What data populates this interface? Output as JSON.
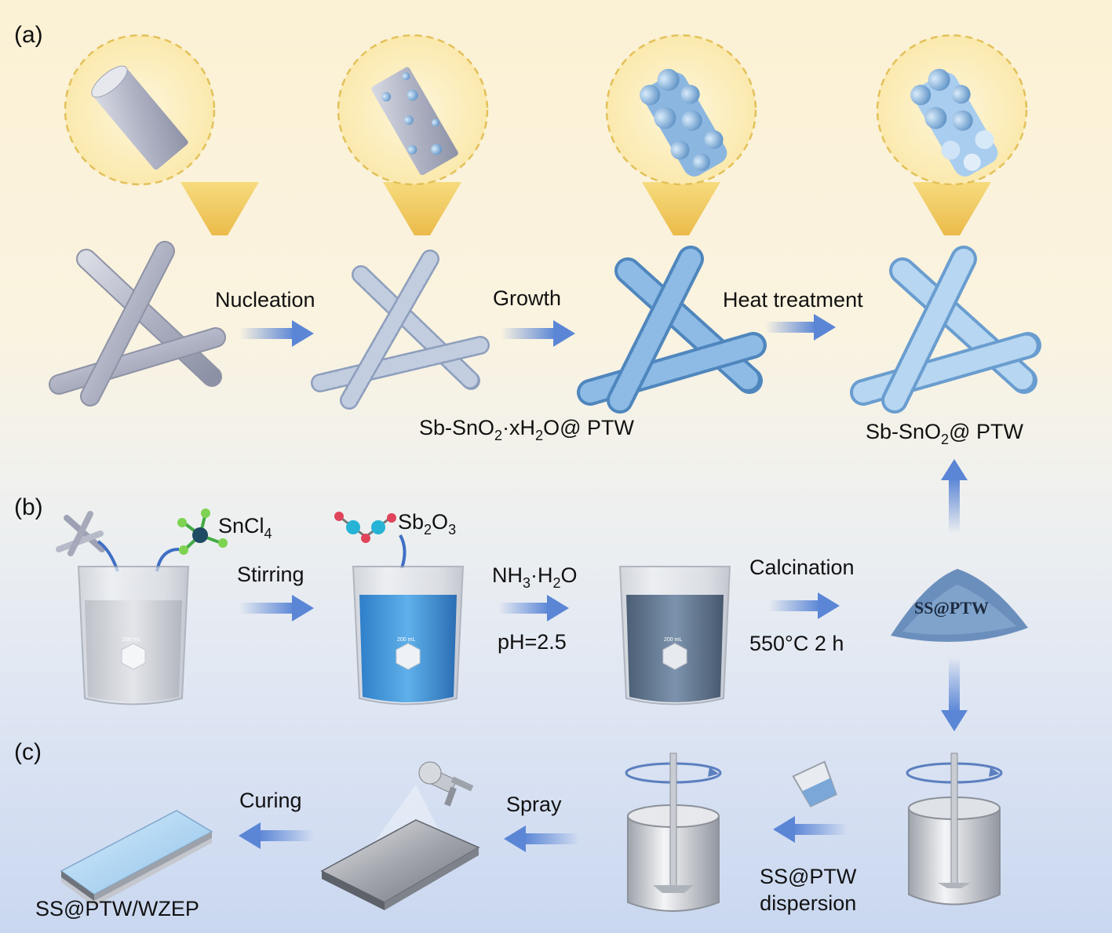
{
  "panels": {
    "a": "(a)",
    "b": "(b)",
    "c": "(c)"
  },
  "panel_a": {
    "steps": [
      "Nucleation",
      "Growth",
      "Heat treatment"
    ],
    "product1": {
      "pre": "Sb-SnO",
      "s1": "2",
      "mid": "·xH",
      "s2": "2",
      "post": "O@ PTW"
    },
    "product2": {
      "pre": "Sb-SnO",
      "s1": "2",
      "post": "@ PTW"
    }
  },
  "panel_b": {
    "reagent_sn": {
      "pre": "SnCl",
      "s1": "4"
    },
    "reagent_sb": {
      "pre": "Sb",
      "s1": "2",
      "mid": "O",
      "s2": "3"
    },
    "step_stirring": "Stirring",
    "step_ammonia": {
      "pre": "NH",
      "s1": "3",
      "mid": "·H",
      "s2": "2",
      "post": "O"
    },
    "ph": "pH=2.5",
    "step_calcination": "Calcination",
    "calc_condition": "550°C 2 h",
    "beaker_label": "200 mL",
    "powder_label": "SS@PTW"
  },
  "panel_c": {
    "curing": "Curing",
    "spray": "Spray",
    "dispersion": [
      "SS@PTW",
      "dispersion"
    ],
    "product": "SS@PTW/WZEP"
  },
  "colors": {
    "arrow": "#5b86d6",
    "lens": "#f3c84a",
    "whisker": "#b9bed0",
    "coated": "#9cc4ea",
    "liquid_blue": "#4aa0e0"
  }
}
